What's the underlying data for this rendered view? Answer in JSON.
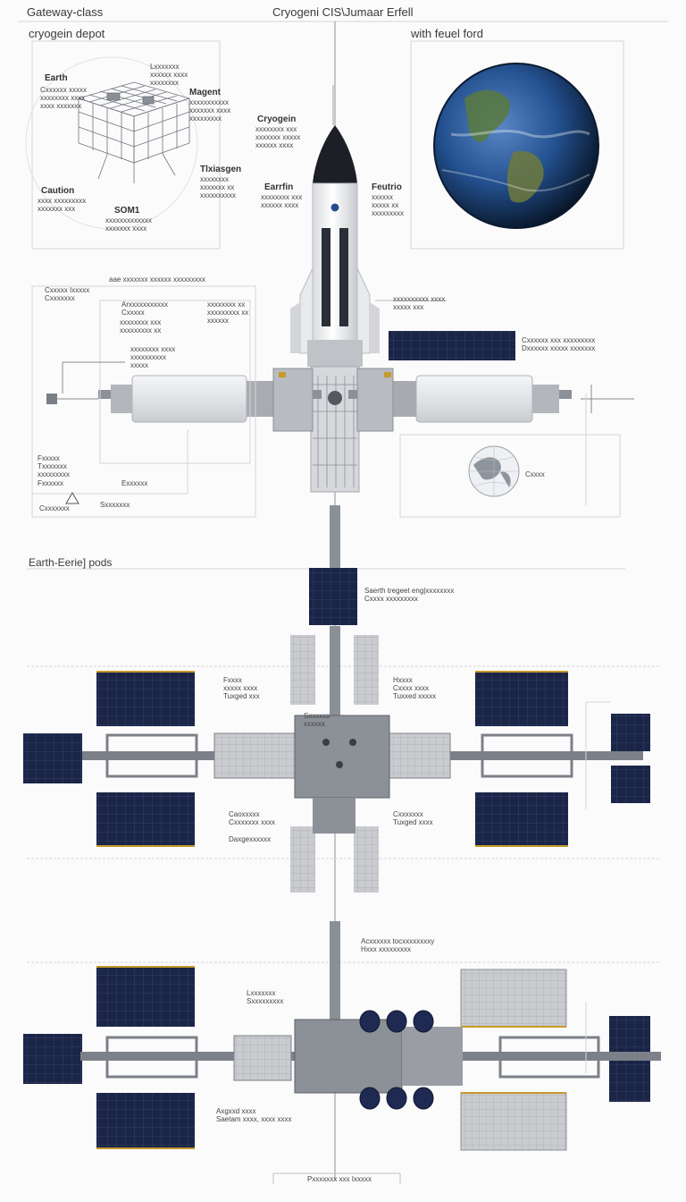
{
  "header": {
    "top_left": "Gateway-class",
    "title": "Cryogeni CIS\\Jumaar Erfell",
    "subtitle_left": "cryogein depot",
    "subtitle_right": "with feuel ford"
  },
  "diagram_a": {
    "earth": "Earth",
    "top_note": "Lxxxxxxx\nxxxxxx xxxx\nxxxxxxxx",
    "left_note": "Cxxxxxx xxxxx\nxxxxxxxx xxxx\nxxxx xxxxxxx",
    "magent": "Magent",
    "magent_note": "xxxxxxxxxxx\nxxxxxxx xxxx\nxxxxxxxxx",
    "caution": "Caution",
    "caution_note": "xxxx xxxxxxxxx\nxxxxxxx xxx",
    "right_label": "Tlxiasgen",
    "right_note": "xxxxxxxx\nxxxxxxx xx\nxxxxxxxxxx",
    "som": "SOM1",
    "som_note": "xxxxxxxxxxxxx\nxxxxxxx xxxx"
  },
  "rocket": {
    "left_top": "Cryogein",
    "left_top_note": "xxxxxxxx xxx\nxxxxxxx xxxxx\nxxxxxx xxxx",
    "left_mid": "Earrfin",
    "left_mid_note": "xxxxxxxx xxx\nxxxxxx xxxx",
    "right_mid": "Feutrio",
    "right_mid_note": "xxxxxx\nxxxxx xx\nxxxxxxxxx"
  },
  "station_a": {
    "heading": "aae xxxxxxx xxxxxx xxxxxxxxx",
    "left_title": "Cxxxxx Ixxxxx\nCxxxxxxx",
    "note1": "Arxxxxxxxxxxx\nCxxxxx",
    "note2": "xxxxxxxx xx\nxxxxxxxxx xx\nxxxxxx",
    "note3": "xxxxxxxx xxx\nxxxxxxxxx xx",
    "note4": "xxxxxxxx xxxx\nxxxxxxxxxx\nxxxxx",
    "tr_note": "xxxxxxxxxx xxxx\nxxxxx xxx",
    "panel_note": "Cxxxxxx xxx xxxxxxxxx\nDxxxxxx xxxxx xxxxxxx",
    "left_list": "Fxxxxx\nTxxxxxxx\nxxxxxxxxx\nFxxxxxx",
    "bottom_center": "Exxxxxx",
    "bottom_left": "Cxxxxxxx",
    "bottom_mid": "Sxxxxxxx",
    "globe_label": "Cxxxx"
  },
  "section_b": {
    "title": "Earth-Eerie] pods",
    "note_top": "Saerth tregeet eng|xxxxxxxx\nCxxxx xxxxxxxxx",
    "left_note": "Fxxxx\nxxxxx xxxx\nTuxged xxx",
    "right_note": "Hxxxx\nCxxxx xxxx\nTuxxed xxxxx",
    "center_note": "Sxxxxxx\nxxxxxx",
    "left_bottom": "Caoxxxxx\nCxxxxxxx xxxx",
    "left_arrow": "Daxgexxxxxx",
    "right_bottom": "Cxxxxxxx\nTuxged xxxx"
  },
  "section_c": {
    "note_top": "Acxxxxxx tocxxxxxxxxy\nHxxx xxxxxxxxx",
    "left_note1": "Lxxxxxxx\nSxxxxxxxxx",
    "left_note2": "Axgxxd xxxx\nSaetam xxxx, xxxx xxxx",
    "footer": "Pxxxxxxx xxx Ixxxxx"
  },
  "colors": {
    "solar_panel": "#1b2547",
    "solar_gold": "#c59a2b",
    "truss": "#7c8088",
    "module": "#e4e6e9",
    "line": "#bfc2c7"
  }
}
